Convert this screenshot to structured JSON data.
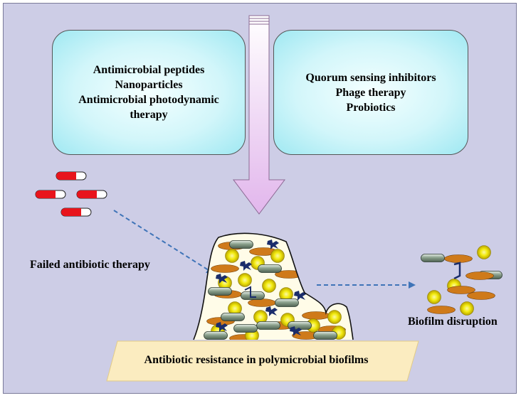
{
  "left_panel": {
    "lines": [
      "Antimicrobial peptides",
      "Nanoparticles",
      "Antimicrobial photodynamic",
      "therapy"
    ]
  },
  "right_panel": {
    "lines": [
      "Quorum sensing inhibitors",
      "Phage therapy",
      "Probiotics"
    ]
  },
  "labels": {
    "failed_therapy": "Failed antibiotic therapy",
    "biofilm_disruption": "Biofilm disruption",
    "base": "Antibiotic resistance in polymicrobial biofilms"
  },
  "colors": {
    "background": "#cdcde6",
    "panel_fill": "#c6f3f8",
    "arrow_fill": "#ecc8f2",
    "capsule_red": "#e8141c",
    "rod_green": "#8a9f8c",
    "coccus_yellow": "#f2ea0e",
    "oval_orange": "#cf7a1a",
    "phage_navy": "#1b2d6b",
    "base_fill": "#fbecc0"
  },
  "icons": [
    "antibiotic-capsule-icon",
    "rod-bacterium-icon",
    "coccus-bacterium-icon",
    "oval-bacterium-icon",
    "phage-icon"
  ]
}
